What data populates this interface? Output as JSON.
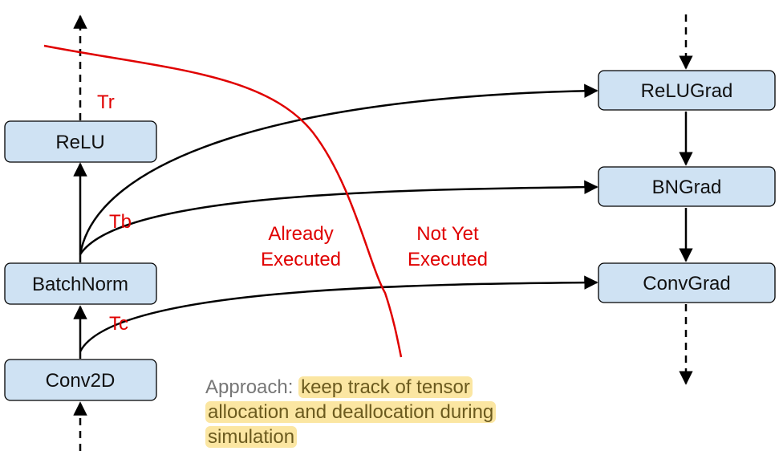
{
  "nodes": {
    "relu": "ReLU",
    "batchnorm": "BatchNorm",
    "conv2d": "Conv2D",
    "relugrad": "ReLUGrad",
    "bngrad": "BNGrad",
    "convgrad": "ConvGrad"
  },
  "tensor_labels": {
    "tr": "Tr",
    "tb": "Tb",
    "tc": "Tc"
  },
  "region_labels": {
    "already_line1": "Already",
    "already_line2": "Executed",
    "notyet_line1": "Not Yet",
    "notyet_line2": "Executed"
  },
  "approach": {
    "prefix": "Approach:",
    "text": "keep track of tensor allocation and deallocation during simulation"
  },
  "colors": {
    "node_fill": "#cfe2f3",
    "boundary_line": "#e00000",
    "highlight": "#fbe6a2"
  }
}
